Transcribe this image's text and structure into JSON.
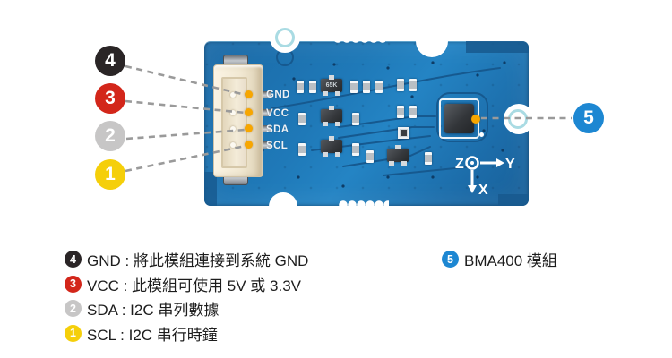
{
  "board": {
    "pins": [
      "GND",
      "VCC",
      "SDA",
      "SCL"
    ],
    "chip_marking": "65K",
    "axis": {
      "z": "Z",
      "y": "Y",
      "x": "X"
    },
    "colors": {
      "pcb_blue": "#1f79b8",
      "connector_cream": "#f1e8d2",
      "pin_dot_orange": "#f7a600",
      "dash_gray": "#9a9a9a"
    }
  },
  "callouts": [
    {
      "num": "4",
      "color": "#2a2526"
    },
    {
      "num": "3",
      "color": "#d3261a"
    },
    {
      "num": "2",
      "color": "#c7c6c6"
    },
    {
      "num": "1",
      "color": "#f5cf0a"
    },
    {
      "num": "5",
      "color": "#1d87d2"
    }
  ],
  "legend": {
    "left": [
      {
        "num": "4",
        "color": "#2a2526",
        "label": "GND : 將此模組連接到系統 GND"
      },
      {
        "num": "3",
        "color": "#d3261a",
        "label": "VCC : 此模組可使用 5V 或 3.3V"
      },
      {
        "num": "2",
        "color": "#c7c6c6",
        "label": "SDA : I2C 串列數據"
      },
      {
        "num": "1",
        "color": "#f5cf0a",
        "label": "SCL : I2C 串行時鐘"
      }
    ],
    "right": [
      {
        "num": "5",
        "color": "#1d87d2",
        "label": "BMA400 模組"
      }
    ]
  }
}
